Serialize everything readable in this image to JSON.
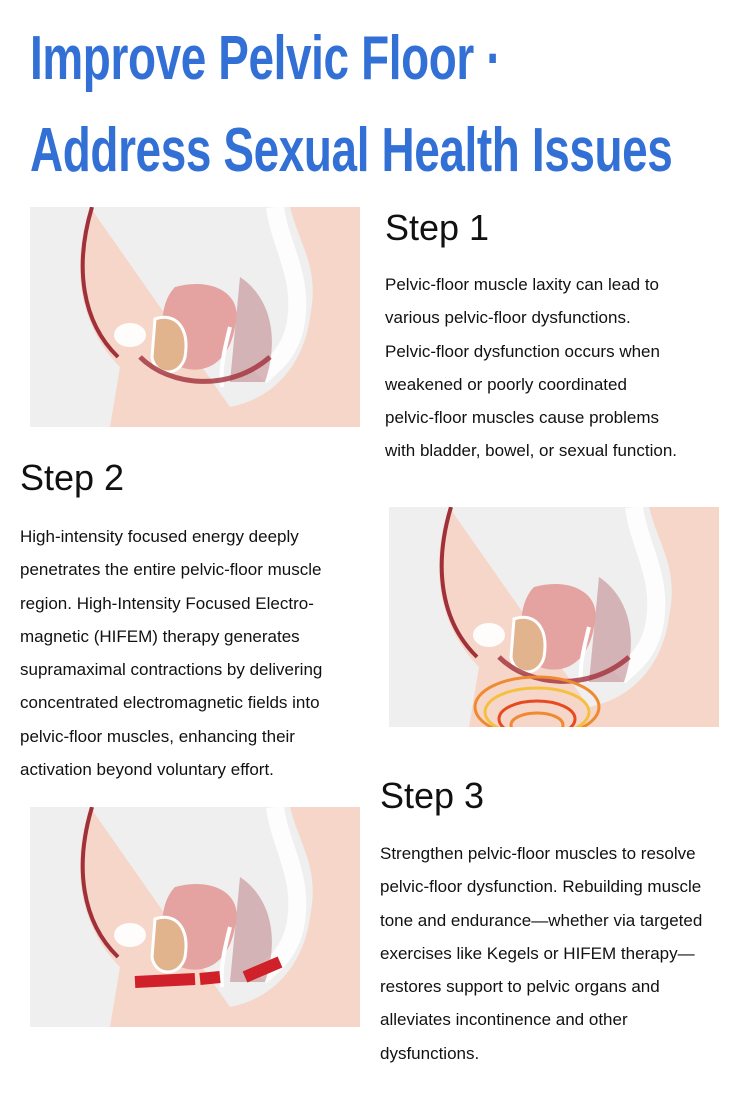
{
  "title": {
    "line1": "Improve Pelvic Floor ·",
    "line2": "Address Sexual Health Issues"
  },
  "colors": {
    "title": "#3370d6",
    "skin": "#f6d6c8",
    "panel": "#efefef"
  },
  "steps": [
    {
      "heading": "Step 1",
      "lines": [
        "Pelvic-floor muscle laxity can lead to",
        "various pelvic-floor dysfunctions.",
        "Pelvic-floor dysfunction occurs when",
        "weakened or poorly coordinated",
        "pelvic-floor muscles cause problems",
        "with bladder, bowel, or sexual function."
      ]
    },
    {
      "heading": "Step 2",
      "lines": [
        "High-intensity focused energy deeply",
        "penetrates the entire pelvic-floor muscle",
        "region. High-Intensity Focused Electro-",
        "magnetic (HIFEM) therapy generates",
        "supramaximal contractions by delivering",
        "concentrated electromagnetic fields into",
        "pelvic-floor muscles, enhancing their",
        "activation beyond voluntary effort."
      ]
    },
    {
      "heading": "Step 3",
      "lines": [
        "Strengthen pelvic-floor muscles to resolve",
        "pelvic-floor dysfunction. Rebuilding muscle",
        "tone and endurance—whether via targeted",
        "exercises like Kegels or HIFEM therapy—",
        "restores support to pelvic organs and",
        "alleviates incontinence and other",
        "dysfunctions."
      ]
    }
  ]
}
